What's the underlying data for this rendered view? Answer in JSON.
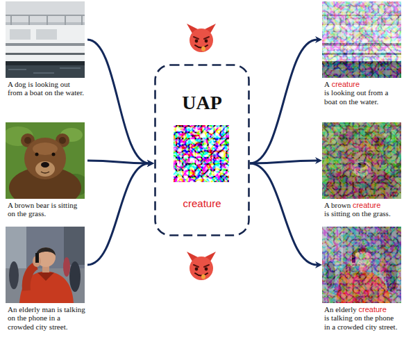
{
  "diagram": {
    "nodes": [
      {
        "text": [
          "A dog is looking out from a boat on the water."
        ]
      },
      {
        "text": [
          "A brown bear is sitting on the grass."
        ]
      },
      {
        "text": [
          "An elderly man is talking on the phone in a crowded city street."
        ]
      },
      {
        "text": [
          "UAP",
          "creature"
        ]
      },
      {
        "text": [
          "A",
          "creature",
          "is looking out from a boat on the water."
        ]
      },
      {
        "text": [
          "A brown",
          "creature",
          "is sitting on the grass."
        ]
      },
      {
        "text": [
          "An elderly",
          "creature",
          "is talking on the phone in a crowded city street."
        ]
      }
    ],
    "edges": [
      {
        "from": 0,
        "to": 3,
        "arrow": "to"
      },
      {
        "from": 1,
        "to": 3,
        "arrow": "to"
      },
      {
        "from": 2,
        "to": 3,
        "arrow": "to"
      },
      {
        "from": 3,
        "to": 4,
        "arrow": "to"
      },
      {
        "from": 3,
        "to": 5,
        "arrow": "to"
      },
      {
        "from": 3,
        "to": 6,
        "arrow": "to"
      }
    ]
  }
}
